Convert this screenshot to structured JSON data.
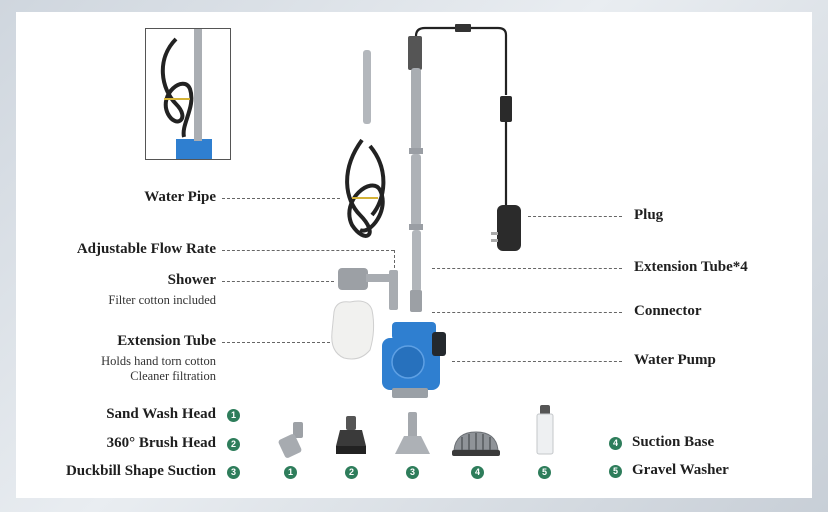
{
  "labels": {
    "water_pipe": "Water Pipe",
    "adjustable_flow_rate": "Adjustable Flow Rate",
    "shower": "Shower",
    "shower_note": "Filter cotton included",
    "extension_tube": "Extension Tube",
    "extension_tube_note_1": "Holds hand torn cotton",
    "extension_tube_note_2": "Cleaner filtration",
    "plug": "Plug",
    "extension_tube_4": "Extension Tube*4",
    "connector": "Connector",
    "water_pump": "Water Pump"
  },
  "accessories": [
    {
      "num": "1",
      "label": "Sand Wash Head"
    },
    {
      "num": "2",
      "label": "360° Brush Head"
    },
    {
      "num": "3",
      "label": "Duckbill Shape Suction"
    },
    {
      "num": "4",
      "label": "Suction Base"
    },
    {
      "num": "5",
      "label": "Gravel Washer"
    }
  ],
  "colors": {
    "pump_blue": "#2f7fd0",
    "tube_gray": "#a9adb2",
    "badge_green": "#2e7d5b",
    "hose_black": "#222222"
  }
}
